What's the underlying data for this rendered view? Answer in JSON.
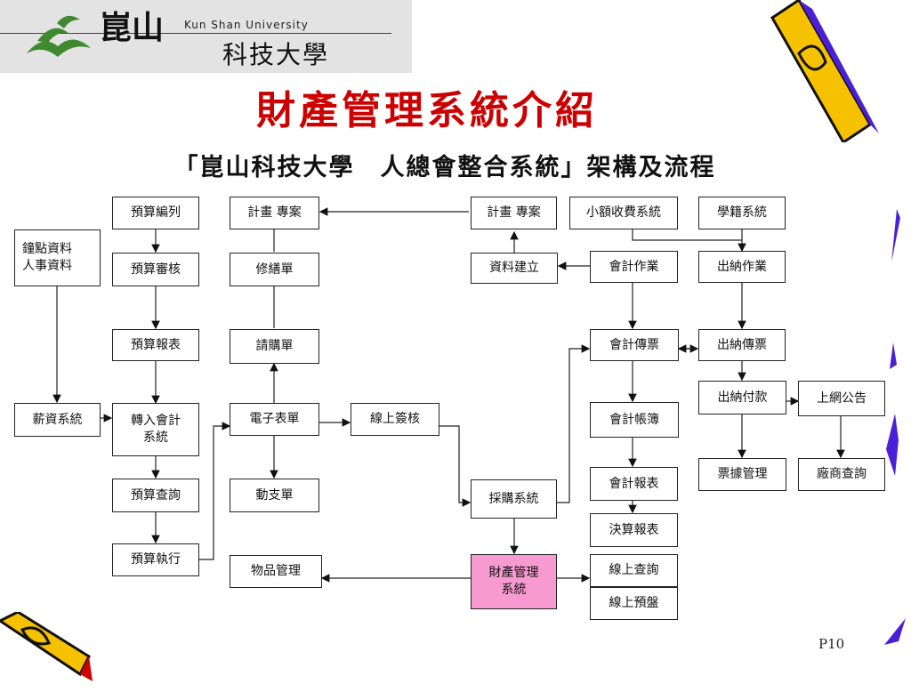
{
  "header": {
    "logo_en": "Kun Shan University",
    "logo_zh_line1": "崑山",
    "logo_zh_line2": "科技大學",
    "title": "財產管理系統介紹",
    "subtitle": "「崑山科技大學　人總會整合系統」架構及流程"
  },
  "diagram": {
    "boxes": {
      "yusuan_bianlie": "預算編列",
      "jihua_zhuanan_1": "計畫 專案",
      "jihua_zhuanan_2": "計畫 專案",
      "xiaoe_shoufei": "小額收費系統",
      "xueji": "學籍系統",
      "zhongdian": "鐘點資料\n人事資料",
      "yusuan_shenhe": "預算審核",
      "xiushan": "修繕單",
      "ziliao_jianli": "資料建立",
      "kuaiji_zuoye": "會計作業",
      "chuna_zuoye": "出納作業",
      "yusuan_baobiao": "預算報表",
      "qinggou": "請購單",
      "kuaiji_chuanpiao": "會計傳票",
      "chuna_chuanpiao": "出納傳票",
      "chuna_fukuan": "出納付款",
      "shangwang_gonggao": "上網公告",
      "xinzi": "薪資系統",
      "zhuanru_kuaiji": "轉入會計\n系統",
      "dianzi_biaodan": "電子表單",
      "xianshang_qianhe": "線上簽核",
      "kuaiji_zhangbu": "會計帳簿",
      "piaoju": "票據管理",
      "changshang": "廠商查詢",
      "yusuan_chaxun": "預算查詢",
      "dongzhi": "動支單",
      "caigou": "採購系統",
      "kuaiji_baobiao": "會計報表",
      "juesuan": "決算報表",
      "yusuan_zhixing": "預算執行",
      "wupin": "物品管理",
      "caichan": "財產管理\n系統",
      "xianshang_chaxun": "線上查詢",
      "xianshang_yupan": "線上預盤"
    }
  },
  "footer": {
    "page_label": "P10"
  },
  "colors": {
    "title": "#cc0000",
    "highlight_box": "#f79ad0",
    "logo_green": "#3f8a2f",
    "pencil_yellow": "#f6c200",
    "accent_purple": "#4b1fd6"
  }
}
